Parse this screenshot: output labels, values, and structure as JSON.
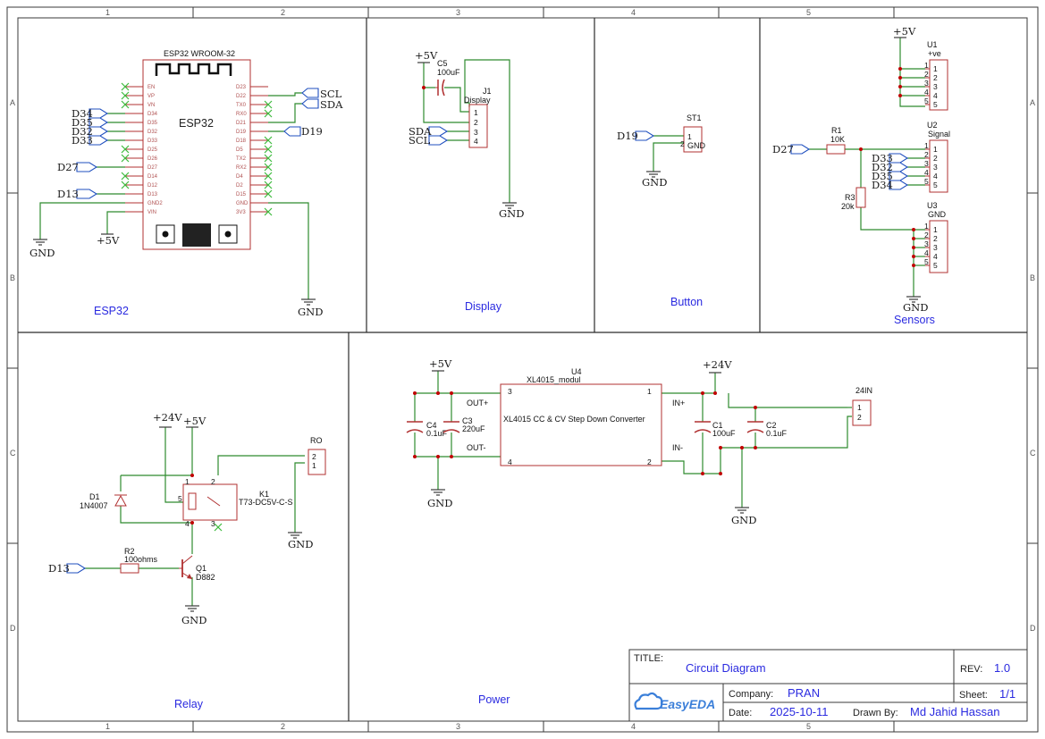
{
  "sections": {
    "esp32": "ESP32",
    "display": "Display",
    "button": "Button",
    "sensors": "Sensors",
    "relay": "Relay",
    "power": "Power"
  },
  "ruler": {
    "columns": [
      "1",
      "2",
      "3",
      "4",
      "5"
    ],
    "rows": [
      "A",
      "B",
      "C",
      "D"
    ]
  },
  "esp32": {
    "module": "ESP32 WROOM-32",
    "name": "ESP32",
    "left_pins": [
      "EN",
      "VP",
      "VN",
      "D34",
      "D35",
      "D32",
      "D33",
      "D25",
      "D26",
      "D27",
      "D14",
      "D12",
      "D13",
      "GND2",
      "VIN"
    ],
    "right_pins": [
      "D23",
      "D22",
      "TX0",
      "RX0",
      "D21",
      "D19",
      "D18",
      "D5",
      "TX2",
      "RX2",
      "D4",
      "D2",
      "D15",
      "GND",
      "3V3"
    ]
  },
  "nets": {
    "scl": "SCL",
    "sda": "SDA",
    "d19": "D19",
    "d27": "D27",
    "d13": "D13",
    "d34": "D34",
    "d35": "D35",
    "d32": "D32",
    "d33": "D33"
  },
  "power": {
    "gnd": "GND",
    "v5": "+5V",
    "v24": "+24V"
  },
  "display": {
    "c5_ref": "C5",
    "c5_val": "100uF",
    "j1_ref": "J1",
    "j1_val": "Display",
    "pins": [
      "1",
      "2",
      "3",
      "4"
    ]
  },
  "button": {
    "ref": "ST1",
    "pin2_label": "GND",
    "pins": [
      "1",
      "2"
    ]
  },
  "sensors": {
    "r1_ref": "R1",
    "r1_val": "10K",
    "r3_ref": "R3",
    "r3_val": "20k",
    "u1_ref": "U1",
    "u1_val": "+ve",
    "u2_ref": "U2",
    "u2_val": "Signal",
    "u3_ref": "U3",
    "u3_val": "GND",
    "pins": [
      "1",
      "2",
      "3",
      "4",
      "5"
    ]
  },
  "relay": {
    "d1_ref": "D1",
    "d1_val": "1N4007",
    "k1_ref": "K1",
    "k1_val": "T73-DC5V-C-S",
    "r2_ref": "R2",
    "r2_val": "100ohms",
    "q1_ref": "Q1",
    "q1_val": "D882",
    "ro_ref": "RO",
    "k1_pins": [
      "1",
      "2",
      "3",
      "4",
      "5"
    ],
    "ro_pins": [
      "2",
      "1"
    ]
  },
  "power_section": {
    "u4_ref": "U4",
    "u4_val": "XL4015_modul",
    "u4_desc": "XL4015 CC & CV Step Down Converter",
    "out_plus": "OUT+",
    "out_minus": "OUT-",
    "in_plus": "IN+",
    "in_minus": "IN-",
    "c4_ref": "C4",
    "c4_val": "0.1uF",
    "c3_ref": "C3",
    "c3_val": "220uF",
    "c1_ref": "C1",
    "c1_val": "100uF",
    "c2_ref": "C2",
    "c2_val": "0.1uF",
    "conn_ref": "24IN",
    "u4_pins": [
      "3",
      "1",
      "4",
      "2"
    ],
    "conn_pins": [
      "1",
      "2"
    ]
  },
  "title_block": {
    "title_label": "TITLE:",
    "title": "Circuit Diagram",
    "rev_label": "REV:",
    "rev": "1.0",
    "company_label": "Company:",
    "company": "PRAN",
    "sheet_label": "Sheet:",
    "sheet": "1/1",
    "date_label": "Date:",
    "date": "2025-10-11",
    "drawn_label": "Drawn By:",
    "drawn_by": "Md Jahid Hassan",
    "logo": "EasyEDA"
  }
}
